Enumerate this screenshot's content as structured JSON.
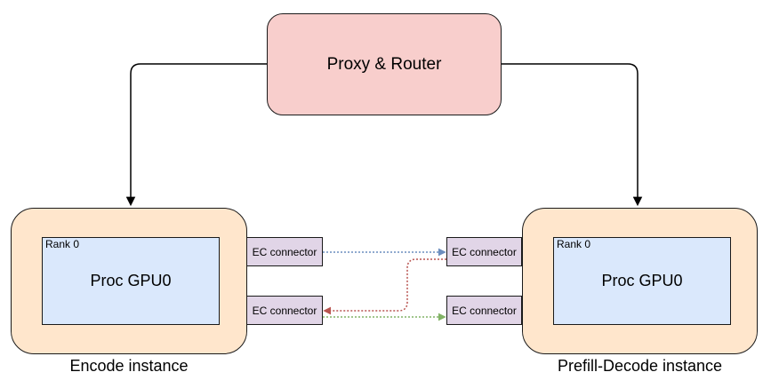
{
  "proxy": {
    "label": "Proxy & Router"
  },
  "encode_instance": {
    "caption": "Encode instance",
    "rank": "Rank 0",
    "gpu": "Proc GPU0",
    "connectors": [
      "EC connector",
      "EC connector"
    ]
  },
  "pd_instance": {
    "caption": "Prefill-Decode instance",
    "rank": "Rank 0",
    "gpu": "Proc GPU0",
    "connectors": [
      "EC connector",
      "EC connector"
    ]
  },
  "colors": {
    "proxy_fill": "#f8cecc",
    "instance_fill": "#ffe6cc",
    "gpu_fill": "#dae8fc",
    "connector_fill": "#e1d5e7",
    "link_blue": "#6c8ebf",
    "link_red": "#b85450",
    "link_green": "#82b366"
  }
}
